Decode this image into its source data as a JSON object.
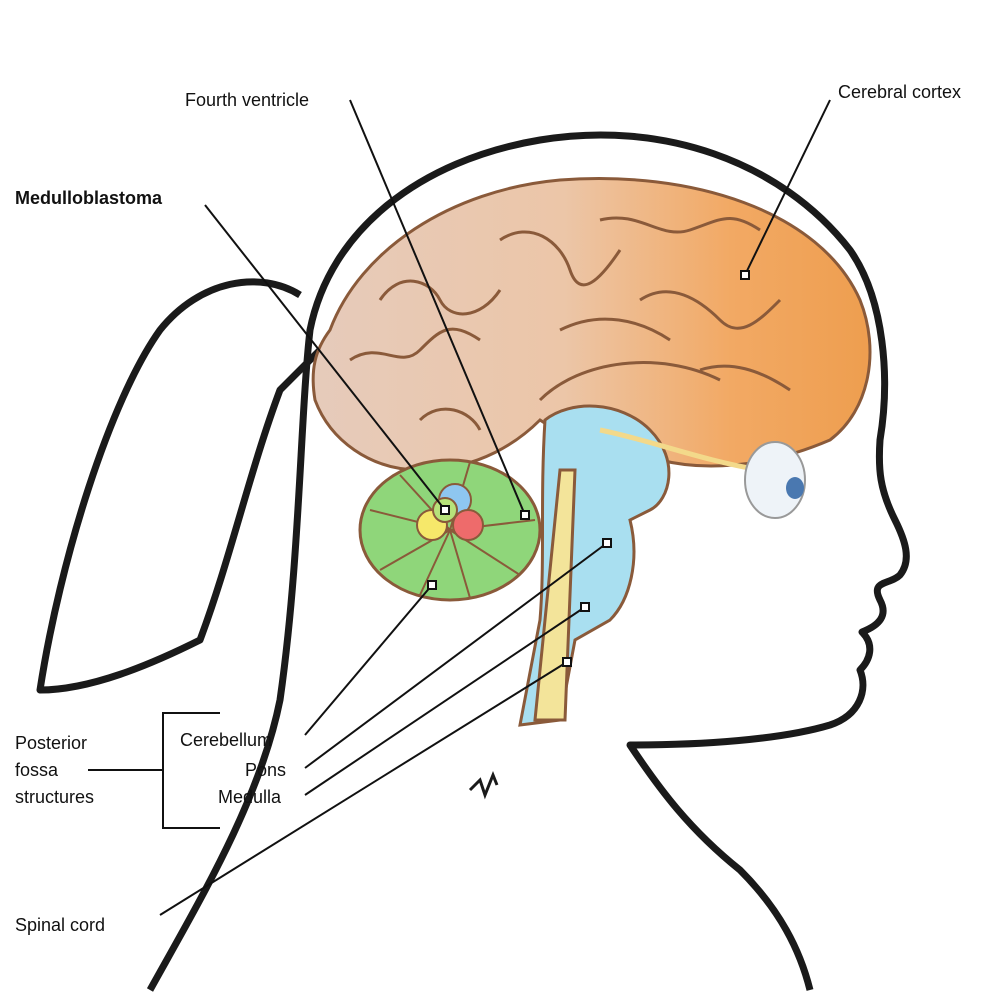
{
  "labels": {
    "fourth_ventricle": "Fourth ventricle",
    "cerebral_cortex": "Cerebral cortex",
    "medulloblastoma": "Medulloblastoma",
    "posterior_fossa_1": "Posterior",
    "posterior_fossa_2": "fossa",
    "posterior_fossa_3": "structures",
    "cerebellum": "Cerebellum",
    "pons": "Pons",
    "medulla": "Medulla",
    "spinal_cord": "Spinal cord"
  },
  "colors": {
    "outline": "#1a1a1a",
    "cortex_front": "#f0a55a",
    "cortex_back": "#e9c9b4",
    "cerebellum": "#8fd67a",
    "brainstem": "#a9dff0",
    "spinal_cord": "#f3e49a"
  }
}
